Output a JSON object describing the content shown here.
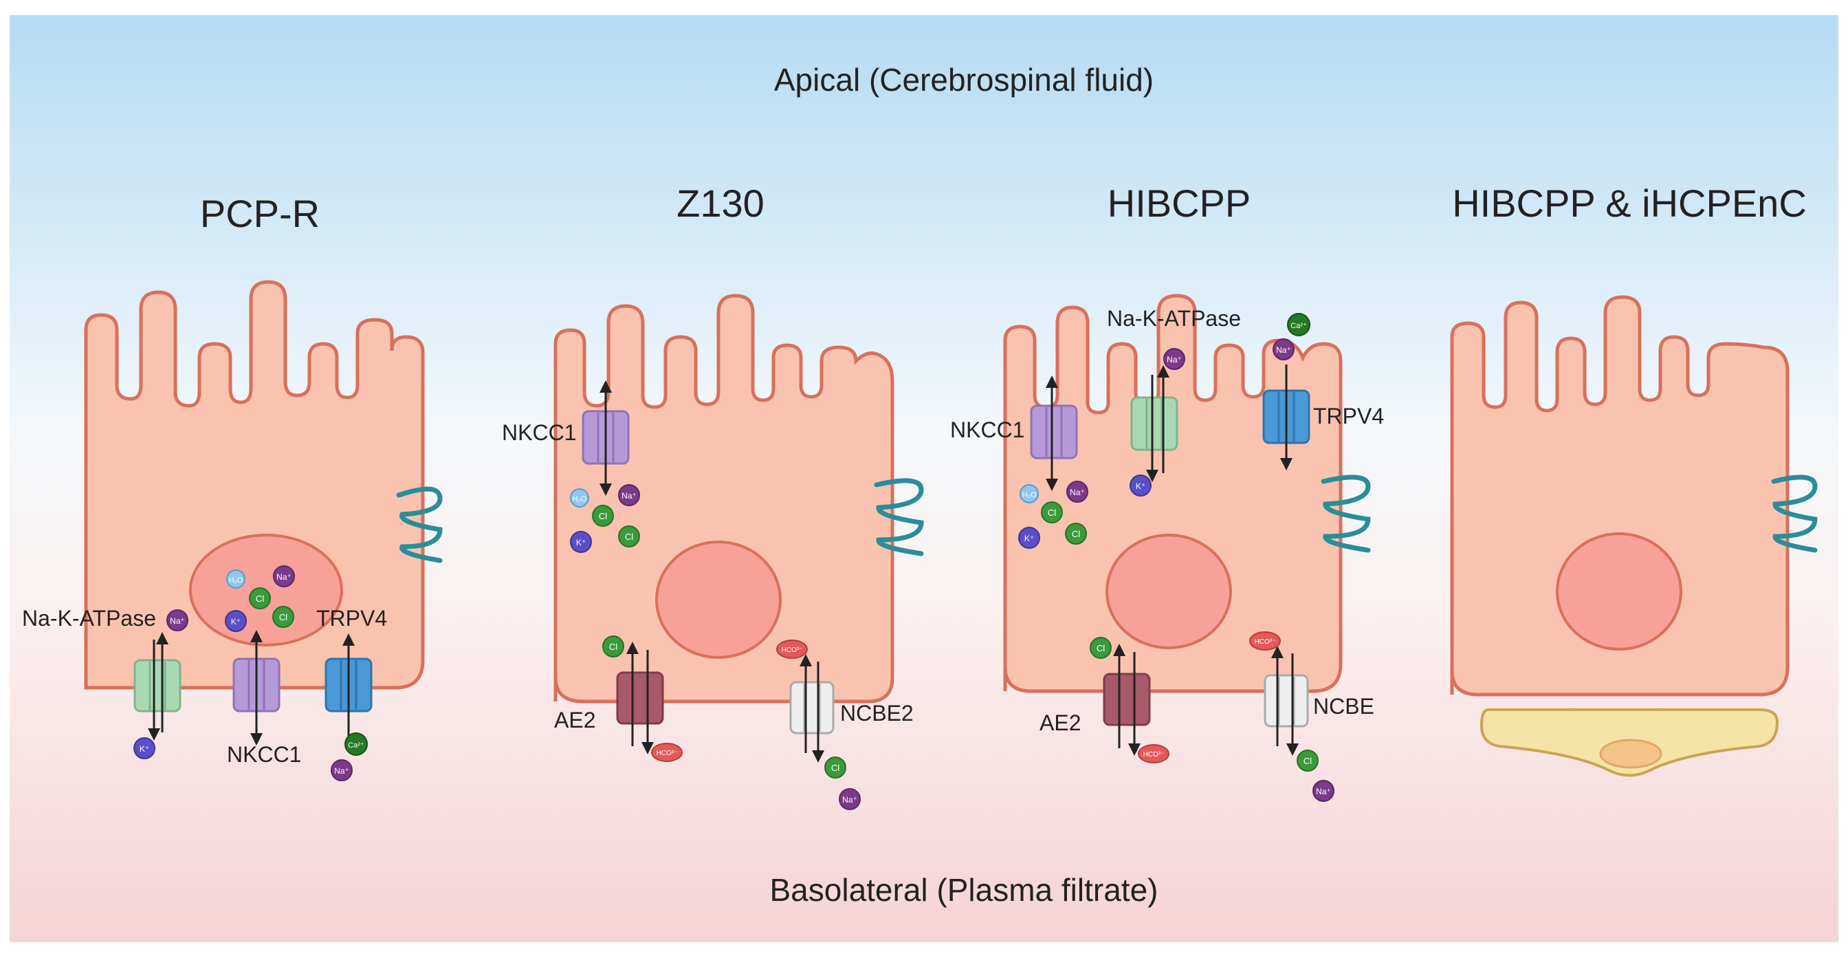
{
  "header": {
    "apical": "Apical (Cerebrospinal fluid)"
  },
  "footer": {
    "basolateral": "Basolateral (Plasma filtrate)"
  },
  "colors": {
    "bg_top": "#b8dcf3",
    "bg_mid": "#f3f8fb",
    "bg_bottom": "#f6d7d8",
    "cell_fill": "#f9c3b0",
    "cell_stroke": "#d9705a",
    "nucleus_fill": "#f7a199",
    "nkcc1": "#b69ad8",
    "na_k_atpase": "#a9d9b3",
    "trpv4": "#4a98d6",
    "ae2": "#a85a6a",
    "ncbe": "#e8e8e8",
    "tight_junction": "#2a8d9a",
    "endothelial_fill": "#f6e3a7",
    "endothelial_stroke": "#c9a552"
  },
  "panels": [
    {
      "title": "PCP-R",
      "labels": {
        "na_k_atpase": "Na-K-ATPase",
        "nkcc1": "NKCC1",
        "trpv4": "TRPV4"
      },
      "ions": {
        "h2o": "H₂O",
        "na": "Na⁺",
        "k": "K⁺",
        "cl": "Cl",
        "ca": "Ca²⁺"
      }
    },
    {
      "title": "Z130",
      "labels": {
        "nkcc1": "NKCC1",
        "ae2": "AE2",
        "ncbe": "NCBE2"
      },
      "ions": {
        "h2o": "H₂O",
        "na": "Na⁺",
        "k": "K⁺",
        "cl": "Cl",
        "hco3": "HCO³⁻"
      }
    },
    {
      "title": "HIBCPP",
      "labels": {
        "na_k_atpase": "Na-K-ATPase",
        "nkcc1": "NKCC1",
        "trpv4": "TRPV4",
        "ae2": "AE2",
        "ncbe": "NCBE"
      },
      "ions": {
        "h2o": "H₂O",
        "na": "Na⁺",
        "k": "K⁺",
        "cl": "Cl",
        "ca": "Ca²⁺",
        "hco3": "HCO³⁻"
      }
    },
    {
      "title": "HIBCPP & iHCPEnC"
    }
  ]
}
